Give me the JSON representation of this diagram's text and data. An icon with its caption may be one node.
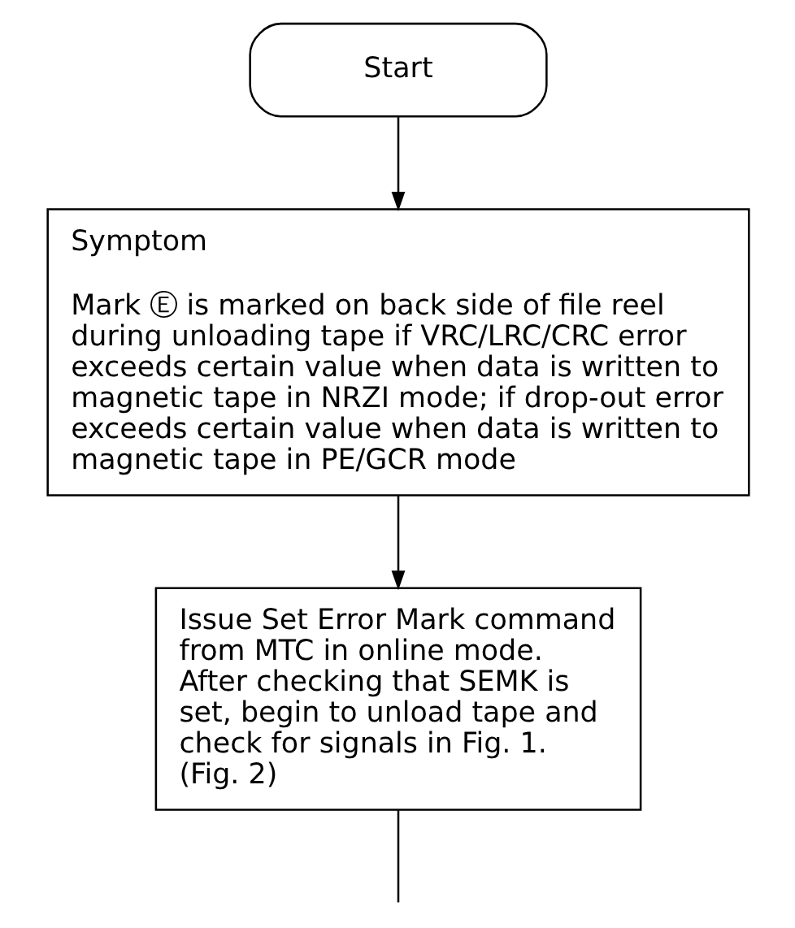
{
  "diagram": {
    "nodes": [
      {
        "text": [
          "Start"
        ]
      },
      {
        "text": [
          "Symptom",
          "Mark Ⓔ is marked on back side of file reel during unloading tape if VRC/LRC/CRC error exceeds certain value when data is written to magnetic tape in NRZI mode; if drop-out error exceeds certain value when data is written to magnetic tape in PE/GCR mode"
        ]
      },
      {
        "text": [
          "Issue Set Error Mark command from MTC in online mode. After checking that SEMK is set, begin to unload tape and check for signals in Fig. 1. (Fig. 2)"
        ]
      }
    ],
    "edges": [
      {
        "from": 0,
        "to": 1,
        "arrow": "to"
      },
      {
        "from": 1,
        "to": 2,
        "arrow": "to"
      },
      {
        "from": 2,
        "to": null,
        "arrow": "none"
      }
    ]
  }
}
